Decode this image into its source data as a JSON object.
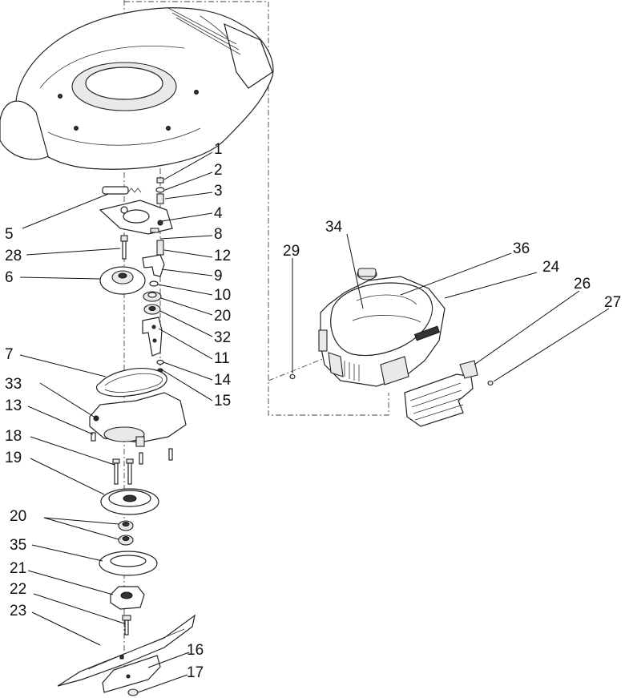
{
  "callouts": [
    {
      "id": "c1",
      "label": "1"
    },
    {
      "id": "c2",
      "label": "2"
    },
    {
      "id": "c3",
      "label": "3"
    },
    {
      "id": "c4",
      "label": "4"
    },
    {
      "id": "c5",
      "label": "5"
    },
    {
      "id": "c6",
      "label": "6"
    },
    {
      "id": "c7",
      "label": "7"
    },
    {
      "id": "c8",
      "label": "8"
    },
    {
      "id": "c9",
      "label": "9"
    },
    {
      "id": "c10",
      "label": "10"
    },
    {
      "id": "c11",
      "label": "11"
    },
    {
      "id": "c12",
      "label": "12"
    },
    {
      "id": "c13",
      "label": "13"
    },
    {
      "id": "c14",
      "label": "14"
    },
    {
      "id": "c15",
      "label": "15"
    },
    {
      "id": "c16",
      "label": "16"
    },
    {
      "id": "c17",
      "label": "17"
    },
    {
      "id": "c18",
      "label": "18"
    },
    {
      "id": "c19",
      "label": "19"
    },
    {
      "id": "c20a",
      "label": "20"
    },
    {
      "id": "c20b",
      "label": "20"
    },
    {
      "id": "c21",
      "label": "21"
    },
    {
      "id": "c22",
      "label": "22"
    },
    {
      "id": "c23",
      "label": "23"
    },
    {
      "id": "c24",
      "label": "24"
    },
    {
      "id": "c26",
      "label": "26"
    },
    {
      "id": "c27",
      "label": "27"
    },
    {
      "id": "c28",
      "label": "28"
    },
    {
      "id": "c29",
      "label": "29"
    },
    {
      "id": "c32",
      "label": "32"
    },
    {
      "id": "c33",
      "label": "33"
    },
    {
      "id": "c34",
      "label": "34"
    },
    {
      "id": "c35",
      "label": "35"
    },
    {
      "id": "c36",
      "label": "36"
    }
  ]
}
